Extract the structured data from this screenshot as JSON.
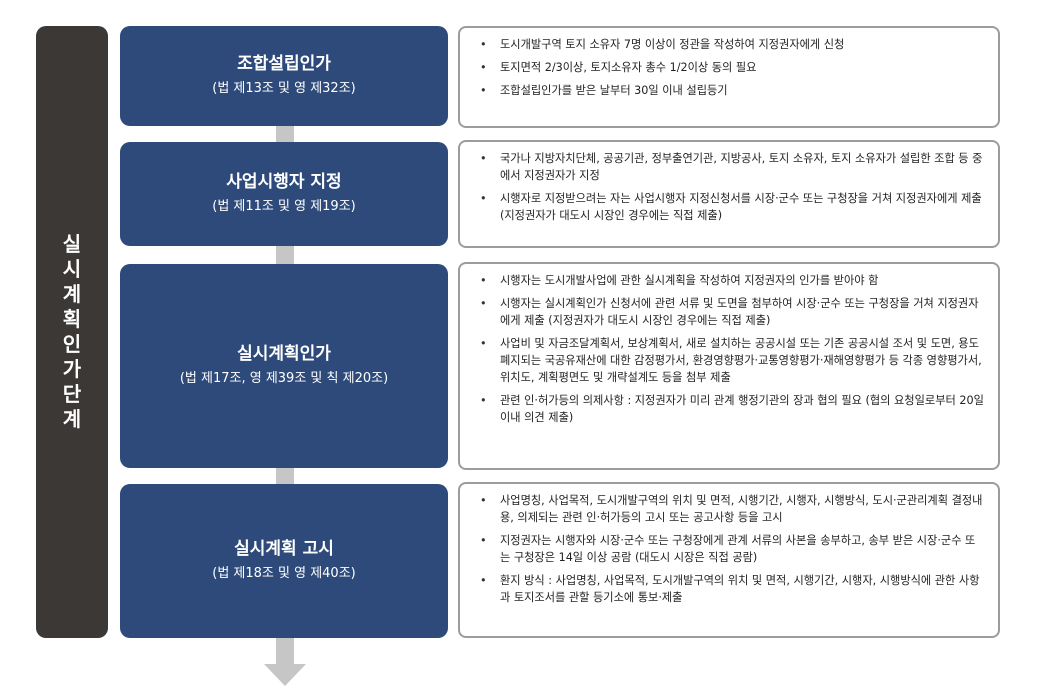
{
  "side_label": "실시계획인가단계",
  "stages": [
    {
      "title": "조합설립인가",
      "law": "(법 제13조 및 영 제32조)",
      "details": [
        "도시개발구역 토지 소유자 7명 이상이 정관을 작성하여 지정권자에게 신청",
        "토지면적 2/3이상, 토지소유자 총수 1/2이상 동의 필요",
        "조합설립인가를 받은 날부터 30일 이내 설립등기"
      ]
    },
    {
      "title": "사업시행자 지정",
      "law": "(법 제11조 및 영 제19조)",
      "details": [
        "국가나 지방자치단체, 공공기관, 정부출연기관, 지방공사, 토지 소유자, 토지 소유자가 설립한 조합 등 중에서 지정권자가 지정",
        "시행자로 지정받으려는 자는 사업시행자 지정신청서를 시장·군수 또는 구청장을 거쳐 지정권자에게 제출 (지정권자가 대도시 시장인 경우에는 직접 제출)"
      ]
    },
    {
      "title": "실시계획인가",
      "law": "(법 제17조, 영 제39조 및 칙 제20조)",
      "details": [
        "시행자는 도시개발사업에 관한 실시계획을 작성하여 지정권자의 인가를 받아야 함",
        "시행자는 실시계획인가 신청서에 관련 서류 및 도면을 첨부하여 시장·군수 또는 구청장을 거쳐 지정권자에게 제출 (지정권자가 대도시 시장인 경우에는 직접 제출)",
        "사업비 및 자금조달계획서, 보상계획서, 새로 설치하는 공공시설 또는 기존 공공시설 조서 및 도면, 용도폐지되는 국공유재산에 대한 감정평가서, 환경영향평가·교통영향평가·재해영향평가 등 각종 영향평가서, 위치도, 계획평면도 및 개략설계도 등을 첨부 제출",
        "관련 인·허가등의 의제사항 : 지정권자가 미리 관계 행정기관의 장과 협의 필요 (협의 요청일로부터 20일 이내 의견 제출)"
      ]
    },
    {
      "title": "실시계획 고시",
      "law": "(법 제18조 및 영 제40조)",
      "details": [
        "사업명칭, 사업목적, 도시개발구역의 위치 및 면적, 시행기간, 시행자, 시행방식, 도시·군관리계획 결정내용, 의제되는 관련 인·허가등의 고시 또는 공고사항 등을 고시",
        "지정권자는 시행자와 시장·군수 또는 구청장에게 관계 서류의 사본을 송부하고, 송부 받은 시장·군수 또는 구청장은 14일 이상 공람 (대도시 시장은 직접 공람)",
        "환지 방식 : 사업명칭, 사업목적, 도시개발구역의 위치 및 면적, 시행기간, 시행자, 시행방식에 관한 사항과 토지조서를 관할 등기소에 통보·제출"
      ]
    }
  ]
}
